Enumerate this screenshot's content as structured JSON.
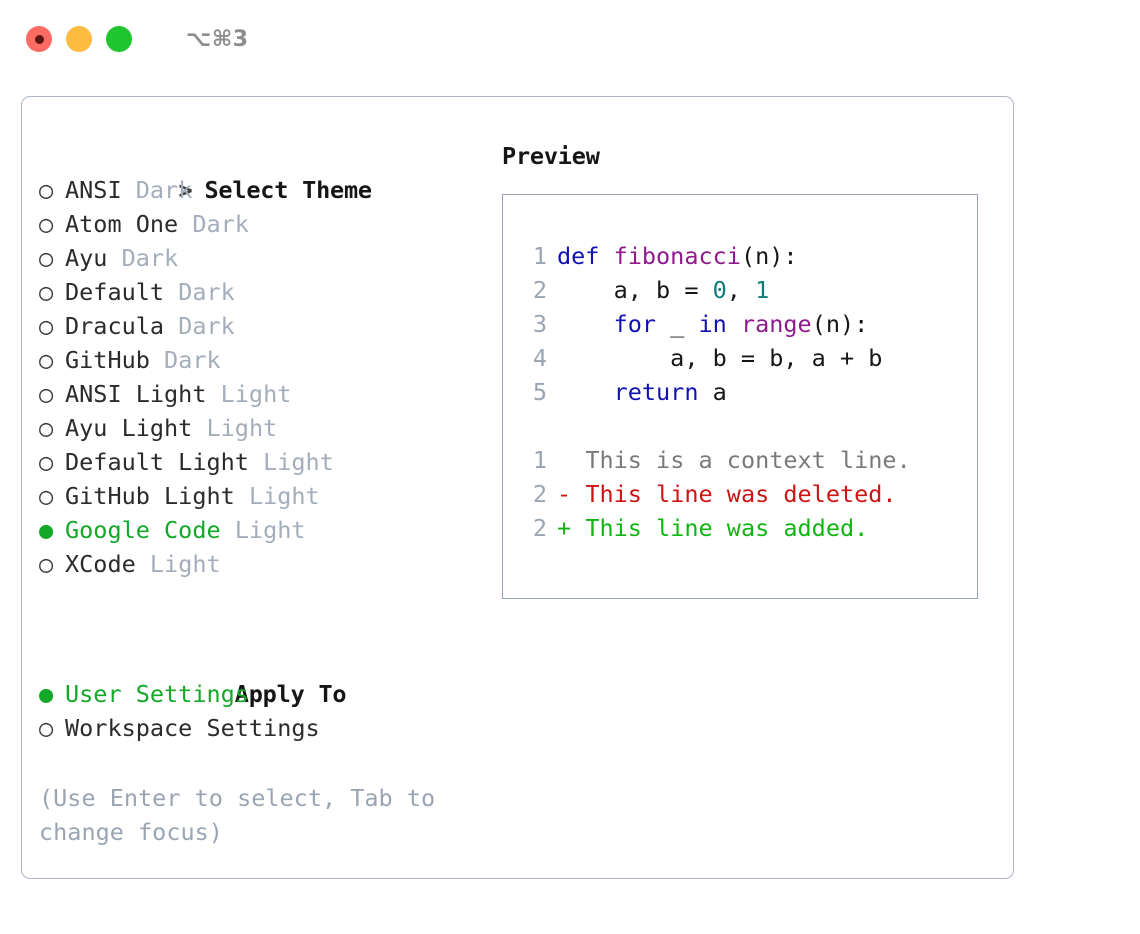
{
  "titlebar": {
    "dots": [
      {
        "name": "close",
        "color": "#fb6a63"
      },
      {
        "name": "minimize",
        "color": "#fdbc40"
      },
      {
        "name": "zoom",
        "color": "#1fc52e"
      }
    ],
    "shortcut": "⌥⌘3"
  },
  "theme_picker": {
    "prompt_marker": ">",
    "title": "Select Theme",
    "selected_bullet": "●",
    "unselected_bullet": "○",
    "selected_color": "#14a828",
    "variant_color": "#a3adbb",
    "items": [
      {
        "bullet": "○",
        "name": "ANSI",
        "variant": "Dark",
        "selected": false
      },
      {
        "bullet": "○",
        "name": "Atom One",
        "variant": "Dark",
        "selected": false
      },
      {
        "bullet": "○",
        "name": "Ayu",
        "variant": "Dark",
        "selected": false
      },
      {
        "bullet": "○",
        "name": "Default",
        "variant": "Dark",
        "selected": false
      },
      {
        "bullet": "○",
        "name": "Dracula",
        "variant": "Dark",
        "selected": false
      },
      {
        "bullet": "○",
        "name": "GitHub",
        "variant": "Dark",
        "selected": false
      },
      {
        "bullet": "○",
        "name": "ANSI Light",
        "variant": "Light",
        "selected": false
      },
      {
        "bullet": "○",
        "name": "Ayu Light",
        "variant": "Light",
        "selected": false
      },
      {
        "bullet": "○",
        "name": "Default Light",
        "variant": "Light",
        "selected": false
      },
      {
        "bullet": "○",
        "name": "GitHub Light",
        "variant": "Light",
        "selected": false
      },
      {
        "bullet": "●",
        "name": "Google Code",
        "variant": "Light",
        "selected": true
      },
      {
        "bullet": "○",
        "name": "XCode",
        "variant": "Light",
        "selected": false
      }
    ]
  },
  "apply_to": {
    "title": "Apply To",
    "items": [
      {
        "bullet": "●",
        "name": "User Settings",
        "selected": true
      },
      {
        "bullet": "○",
        "name": "Workspace Settings",
        "selected": false
      }
    ]
  },
  "hint": "(Use Enter to select, Tab to change focus)",
  "preview": {
    "title": "Preview",
    "code_lines": [
      {
        "number": "1",
        "tokens": [
          {
            "text": "def ",
            "kind": "kw"
          },
          {
            "text": "fibonacci",
            "kind": "fn"
          },
          {
            "text": "(n):",
            "kind": "punc"
          }
        ]
      },
      {
        "number": "2",
        "tokens": [
          {
            "text": "    a, b = ",
            "kind": "plain"
          },
          {
            "text": "0",
            "kind": "num"
          },
          {
            "text": ", ",
            "kind": "plain"
          },
          {
            "text": "1",
            "kind": "num"
          }
        ]
      },
      {
        "number": "3",
        "tokens": [
          {
            "text": "    ",
            "kind": "plain"
          },
          {
            "text": "for",
            "kind": "kw"
          },
          {
            "text": " _ ",
            "kind": "plain"
          },
          {
            "text": "in",
            "kind": "kw"
          },
          {
            "text": " ",
            "kind": "plain"
          },
          {
            "text": "range",
            "kind": "fn"
          },
          {
            "text": "(n):",
            "kind": "punc"
          }
        ]
      },
      {
        "number": "4",
        "tokens": [
          {
            "text": "        a, b = b, a + b",
            "kind": "plain"
          }
        ]
      },
      {
        "number": "5",
        "tokens": [
          {
            "text": "    ",
            "kind": "plain"
          },
          {
            "text": "return",
            "kind": "kw"
          },
          {
            "text": " a",
            "kind": "plain"
          }
        ]
      }
    ],
    "diff_lines": [
      {
        "number": "1",
        "marker": " ",
        "text": "This is a context line.",
        "kind": "diff-ctx"
      },
      {
        "number": "2",
        "marker": "-",
        "text": "This line was deleted.",
        "kind": "diff-del"
      },
      {
        "number": "2",
        "marker": "+",
        "text": "This line was added.",
        "kind": "diff-add"
      }
    ],
    "colors": {
      "keyword": "#1111b0",
      "function": "#8d1b8d",
      "number": "#0f7d7d",
      "plain": "#161616",
      "line_number": "#9aa5b4",
      "diff_context": "#7a7a7a",
      "diff_deleted": "#cc1414",
      "diff_added": "#11b411"
    }
  }
}
